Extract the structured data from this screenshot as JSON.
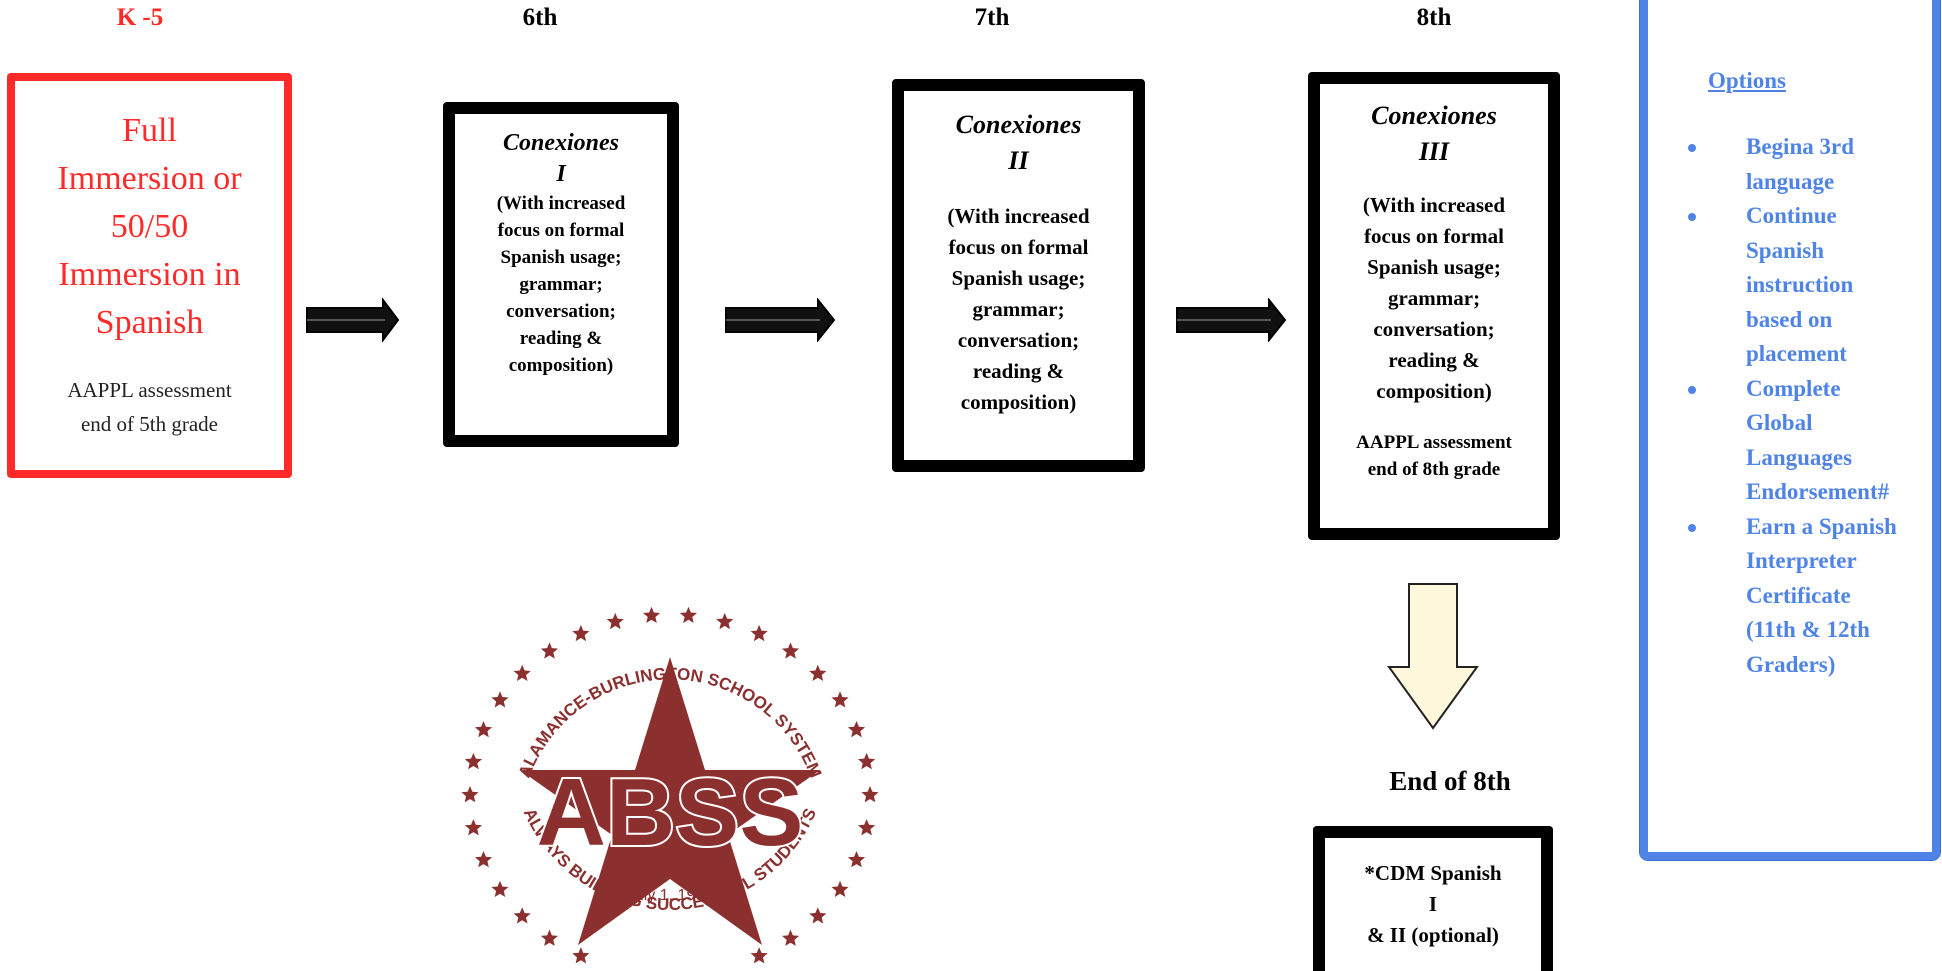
{
  "grades": {
    "k5": "K -5",
    "g6": "6th",
    "g7": "7th",
    "g8": "8th"
  },
  "k5_box": {
    "lines": [
      "Full",
      "Immersion or",
      "50/50",
      "Immersion in",
      "Spanish"
    ],
    "assessment_lines": [
      "AAPPL assessment",
      "end of 5th grade"
    ]
  },
  "g6_box": {
    "course_lines": [
      "Conexiones",
      "I"
    ],
    "desc_lines": [
      "(With increased",
      "focus on formal",
      "Spanish usage;",
      "grammar;",
      "conversation;",
      "reading &",
      "composition)"
    ]
  },
  "g7_box": {
    "course_lines": [
      "Conexiones",
      "II"
    ],
    "desc_lines": [
      "(With increased",
      "focus on formal",
      "Spanish usage;",
      "grammar;",
      "conversation;",
      "reading &",
      "composition)"
    ]
  },
  "g8_box": {
    "course_lines": [
      "Conexiones",
      "III"
    ],
    "desc_lines": [
      "(With increased",
      "focus on formal",
      "Spanish usage;",
      "grammar;",
      "conversation;",
      "reading &",
      "composition)"
    ],
    "assessment_lines": [
      "AAPPL assessment",
      "end of 8th grade"
    ]
  },
  "end_label": "End of 8th",
  "end_box": {
    "lines": [
      "*CDM  Spanish",
      "I",
      "& II (optional)"
    ]
  },
  "options": {
    "title": "Options",
    "items": [
      [
        "Begina 3rd",
        "language"
      ],
      [
        "Continue",
        "Spanish",
        "instruction",
        "based on",
        "placement"
      ],
      [
        "Complete",
        "Global",
        "Languages",
        "Endorsement#"
      ],
      [
        "Earn a Spanish",
        "Interpreter",
        "Certificate",
        "(11th & 12th",
        "Graders)"
      ]
    ]
  },
  "logo": {
    "arc_top": "ALAMANCE-BURLINGTON SCHOOL SYSTEM",
    "arc_bottom": "ALWAYS BUILDING SUCCESSFUL STUDENTS",
    "initials": "ABSS",
    "date": "July 1, 1996"
  },
  "colors": {
    "red": "#ff2a2a",
    "blue": "#4f84e6",
    "logo_maroon": "#8b2f2f",
    "down_arrow_fill": "#fff8dc"
  }
}
